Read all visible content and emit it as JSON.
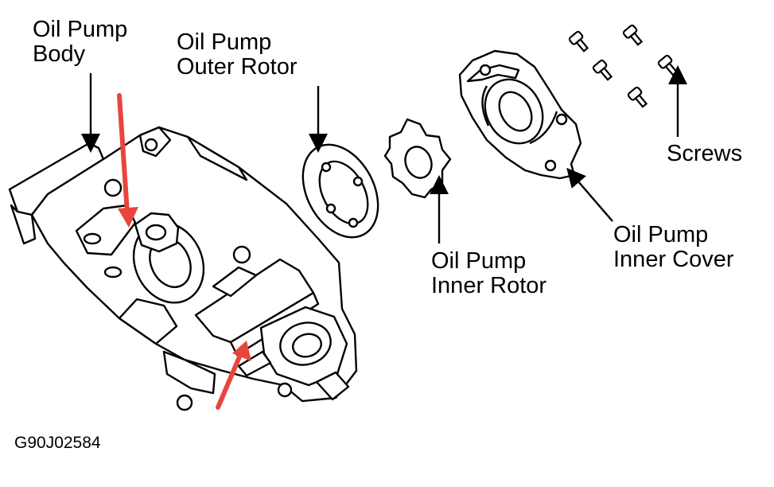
{
  "labels": {
    "pump_body": "Oil Pump\nBody",
    "outer_rotor": "Oil Pump\nOuter Rotor",
    "inner_rotor": "Oil Pump\nInner Rotor",
    "inner_cover": "Oil Pump\nInner Cover",
    "screws": "Screws"
  },
  "figure_id": "G90J02584",
  "colors": {
    "line": "#000000",
    "highlight_arrow": "#e8453c"
  }
}
